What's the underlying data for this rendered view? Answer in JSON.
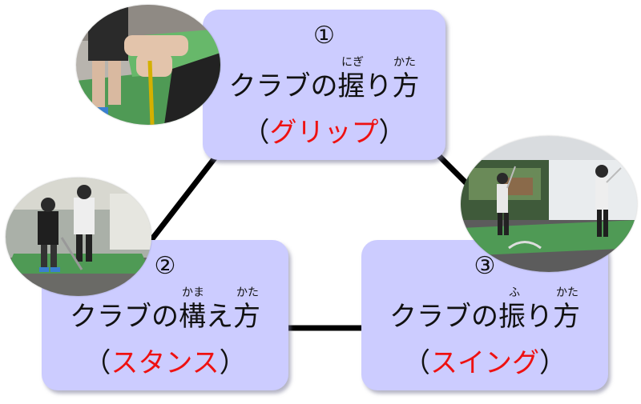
{
  "steps": [
    {
      "number": "①",
      "ruby_a": "にぎ",
      "ruby_b": "かた",
      "title": "クラブの握り方",
      "paren_open": "（",
      "term": "グリップ",
      "paren_close": "）"
    },
    {
      "number": "②",
      "ruby_a": "かま",
      "ruby_b": "かた",
      "title": "クラブの構え方",
      "paren_open": "（",
      "term": "スタンス",
      "paren_close": "）"
    },
    {
      "number": "③",
      "ruby_a": "ふ",
      "ruby_b": "かた",
      "title": "クラブの振り方",
      "paren_open": "（",
      "term": "スイング",
      "paren_close": "）"
    }
  ],
  "colors": {
    "box_fill": "#ccccff",
    "term_text": "#ee1111",
    "connector": "#000000"
  }
}
